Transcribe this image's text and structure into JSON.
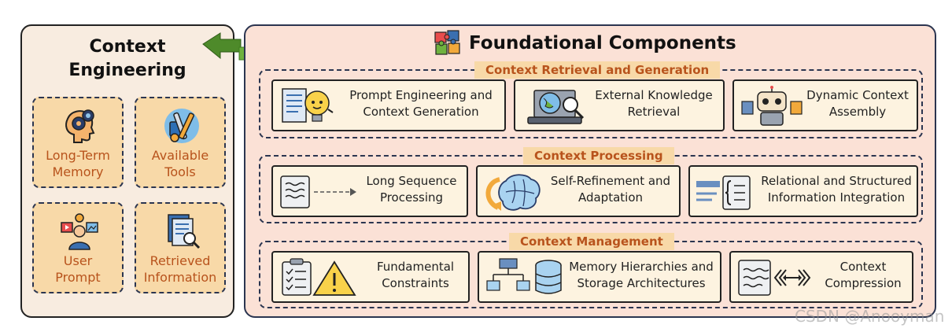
{
  "left_panel": {
    "title": "Context\nEngineering",
    "cards": [
      {
        "label": "Long-Term\nMemory",
        "icon": "brain-gear-icon"
      },
      {
        "label": "Available\nTools",
        "icon": "tools-icon"
      },
      {
        "label": "User\nPrompt",
        "icon": "user-prompt-icon"
      },
      {
        "label": "Retrieved\nInformation",
        "icon": "document-search-icon"
      }
    ]
  },
  "connector": {
    "icon": "bidirectional-arrow-icon",
    "colors": [
      "#4e8a2a",
      "#6fb23f"
    ]
  },
  "right_panel": {
    "title": "Foundational Components",
    "title_icon": "puzzle-pieces-icon",
    "sections": [
      {
        "label": "Context Retrieval and Generation",
        "items": [
          {
            "label": "Prompt Engineering and\nContext Generation",
            "icon": "prompt-lightbulb-icon"
          },
          {
            "label": "External Knowledge\nRetrieval",
            "icon": "globe-laptop-search-icon"
          },
          {
            "label": "Dynamic Context\nAssembly",
            "icon": "robot-puzzle-icon"
          }
        ]
      },
      {
        "label": "Context Processing",
        "items": [
          {
            "label": "Long Sequence\nProcessing",
            "icon": "sequence-arrow-icon"
          },
          {
            "label": "Self-Refinement and\nAdaptation",
            "icon": "brain-cycle-icon"
          },
          {
            "label": "Relational and Structured\nInformation Integration",
            "icon": "structured-bracket-icon"
          }
        ]
      },
      {
        "label": "Context Management",
        "items": [
          {
            "label": "Fundamental\nConstraints",
            "icon": "checklist-warning-icon"
          },
          {
            "label": "Memory Hierarchies and\nStorage Architectures",
            "icon": "hierarchy-database-icon"
          },
          {
            "label": "Context\nCompression",
            "icon": "compression-icon"
          }
        ]
      }
    ]
  },
  "watermark": "CSDN @Anooyman",
  "colors": {
    "accent_orange": "#b8531c",
    "card_fill": "#f8d9a8",
    "left_bg": "#f8ece0",
    "right_bg": "#fbe1d6",
    "item_fill": "#fdf3e0",
    "border_navy": "#2b3550"
  }
}
